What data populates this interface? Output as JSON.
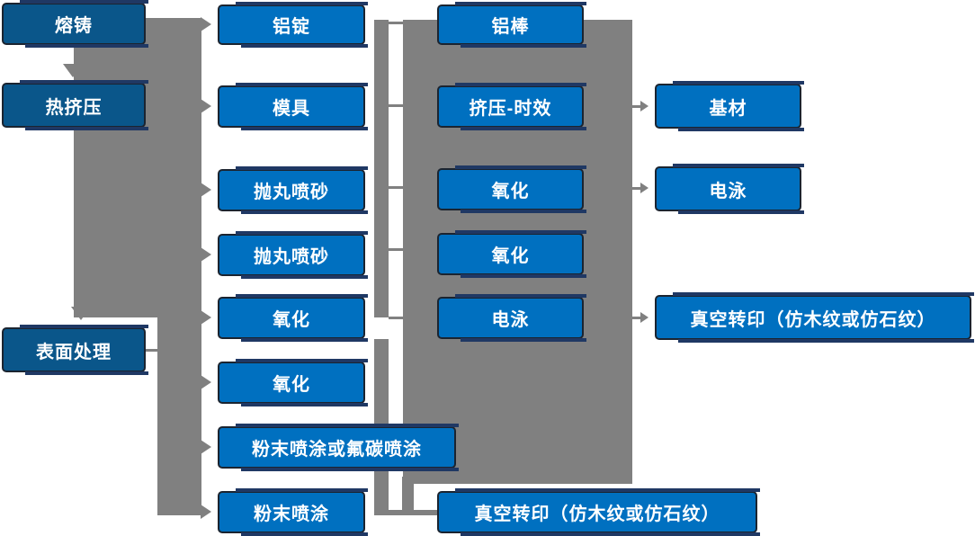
{
  "colors": {
    "background": "#FFFFFF",
    "connector_gray": "#808080",
    "node_fill_blue": "#0070C0",
    "node_fill_dark_blue": "#0A568A",
    "node_border": "#1B2430",
    "accent_bar_navy": "#1F3864",
    "text_color": "#FFFFFF"
  },
  "boxes": {
    "melt_cast": "熔铸",
    "hot_extrusion": "热挤压",
    "surface_treatment": "表面处理",
    "aluminum_ingot": "铝锭",
    "mold": "模具",
    "shot_blast_1": "抛丸喷砂",
    "shot_blast_2": "抛丸喷砂",
    "oxidation_1": "氧化",
    "oxidation_2": "氧化",
    "powder_or_fluorocarbon": "粉末喷涂或氟碳喷涂",
    "powder_coating": "粉末喷涂",
    "aluminum_rod": "铝棒",
    "extrusion_aging": "挤压-时效",
    "oxidation_3": "氧化",
    "oxidation_4": "氧化",
    "electrophoresis_1": "电泳",
    "vacuum_transfer_1": "真空转印（仿木纹或仿石纹）",
    "base_material": "基材",
    "electrophoresis_2": "电泳",
    "vacuum_transfer_2": "真空转印（仿木纹或仿石纹）"
  }
}
